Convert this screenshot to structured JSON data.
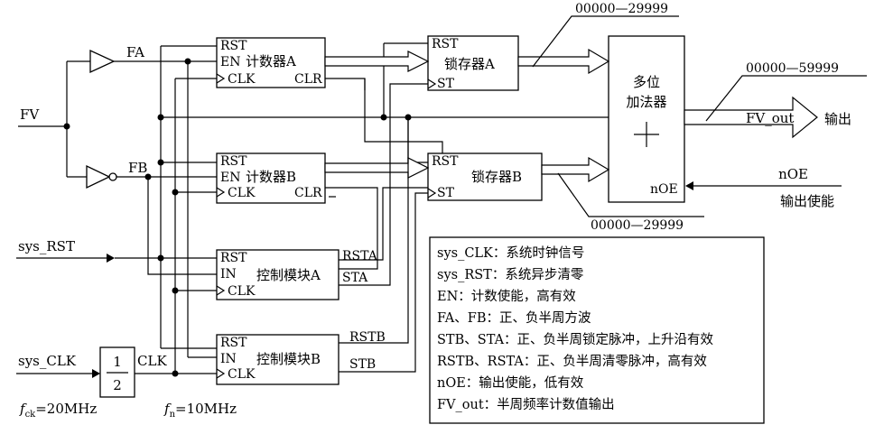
{
  "blocks": {
    "counter_a": {
      "pins": [
        "RST",
        "EN",
        "CLK",
        "CLR"
      ],
      "name": "计数器A"
    },
    "counter_b": {
      "pins": [
        "RST",
        "EN",
        "CLK",
        "CLR"
      ],
      "name": "计数器B"
    },
    "latch_a": {
      "pins": [
        "RST",
        "ST"
      ],
      "name": "锁存器A"
    },
    "latch_b": {
      "pins": [
        "RST",
        "ST"
      ],
      "name": "锁存器B"
    },
    "ctrl_a": {
      "pins": [
        "RST",
        "IN",
        "CLK"
      ],
      "name": "控制模块A",
      "outputs": [
        "RSTA",
        "STA"
      ]
    },
    "ctrl_b": {
      "pins": [
        "RST",
        "IN",
        "CLK"
      ],
      "name": "控制模块B",
      "outputs": [
        "RSTB",
        "STB"
      ]
    },
    "adder": {
      "name_line1": "多位",
      "name_line2": "加法器",
      "pin_noe": "nOE"
    },
    "divider": {
      "num": "1",
      "den": "2"
    }
  },
  "signals": {
    "fv": "FV",
    "fa": "FA",
    "fb": "FB",
    "sys_rst": "sys_RST",
    "sys_clk": "sys_CLK",
    "clk": "CLK",
    "range_a": "00000—29999",
    "range_b": "00000—29999",
    "range_out": "00000—59999",
    "fv_out": "FV_out",
    "output": "输出",
    "noe": "nOE",
    "output_enable": "输出使能",
    "fck_sym": "f",
    "fck_sub": "ck",
    "fck_val": "=20MHz",
    "fn_sym": "f",
    "fn_sub": "n",
    "fn_val": "=10MHz"
  },
  "legend": [
    "sys_CLK：系统时钟信号",
    "sys_RST：系统异步清零",
    "EN：计数使能，高有效",
    "FA、FB：正、负半周方波",
    "STB、STA：正、负半周锁定脉冲，上升沿有效",
    "RSTB、RSTA：正、负半周清零脉冲，高有效",
    "nOE：输出使能，低有效",
    "FV_out：半周频率计数值输出"
  ]
}
